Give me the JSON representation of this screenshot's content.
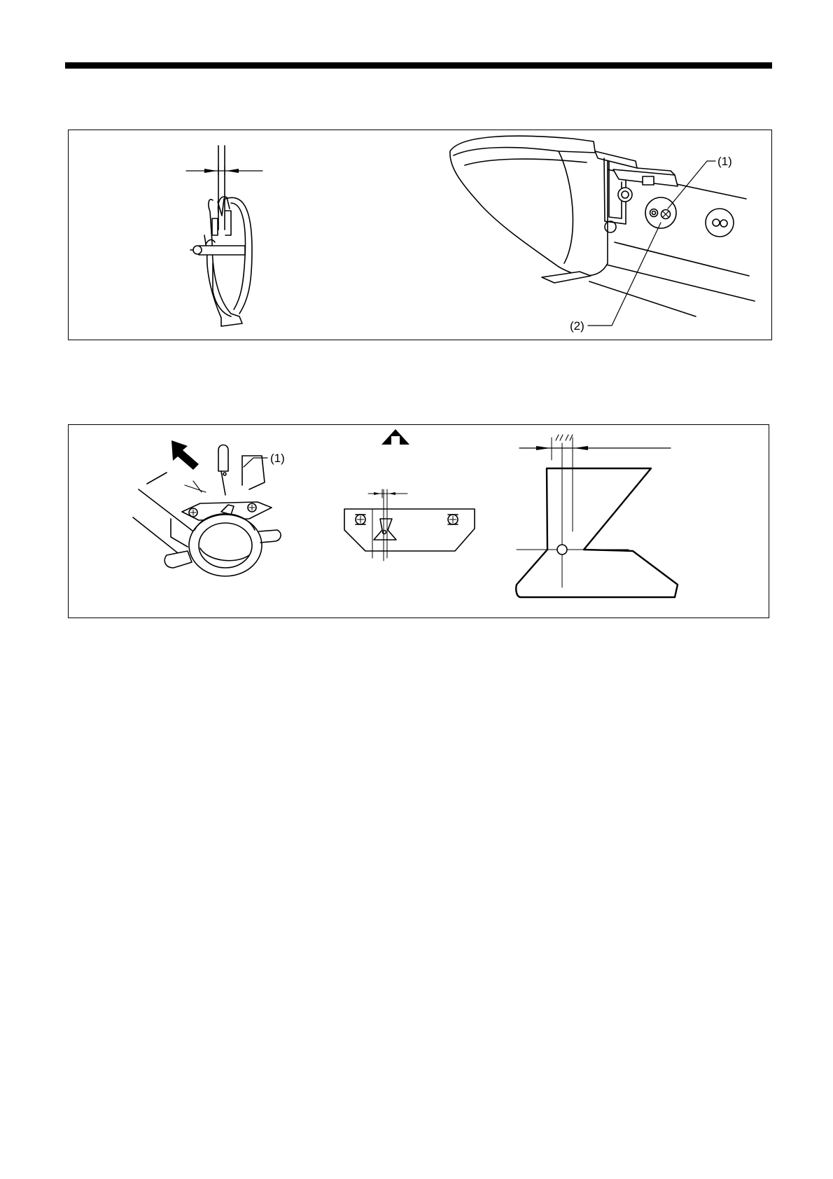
{
  "figure1": {
    "callouts": [
      "(1)",
      "(2)"
    ]
  },
  "figure2": {
    "callouts": [
      "(1)"
    ]
  }
}
